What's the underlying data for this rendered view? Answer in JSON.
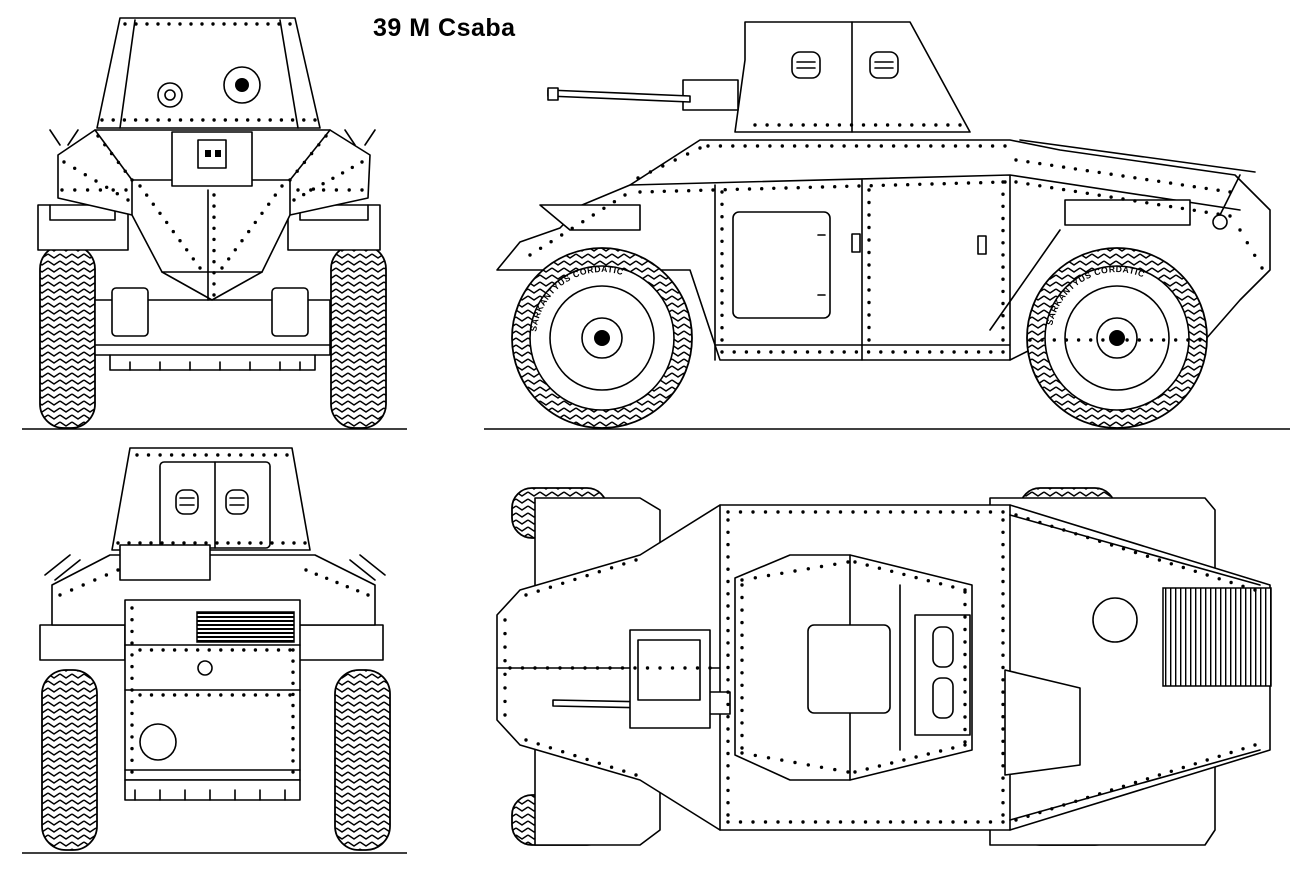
{
  "title": "39 M Csaba",
  "tire_markings": {
    "front": "SARKANTYUS CORDATIC",
    "rear": "SARKANTYUS CORDATIC"
  },
  "colors": {
    "ink": "#000000",
    "paper": "#ffffff"
  },
  "views": [
    "front-elevation",
    "left-side-elevation",
    "rear-elevation",
    "top-plan"
  ]
}
